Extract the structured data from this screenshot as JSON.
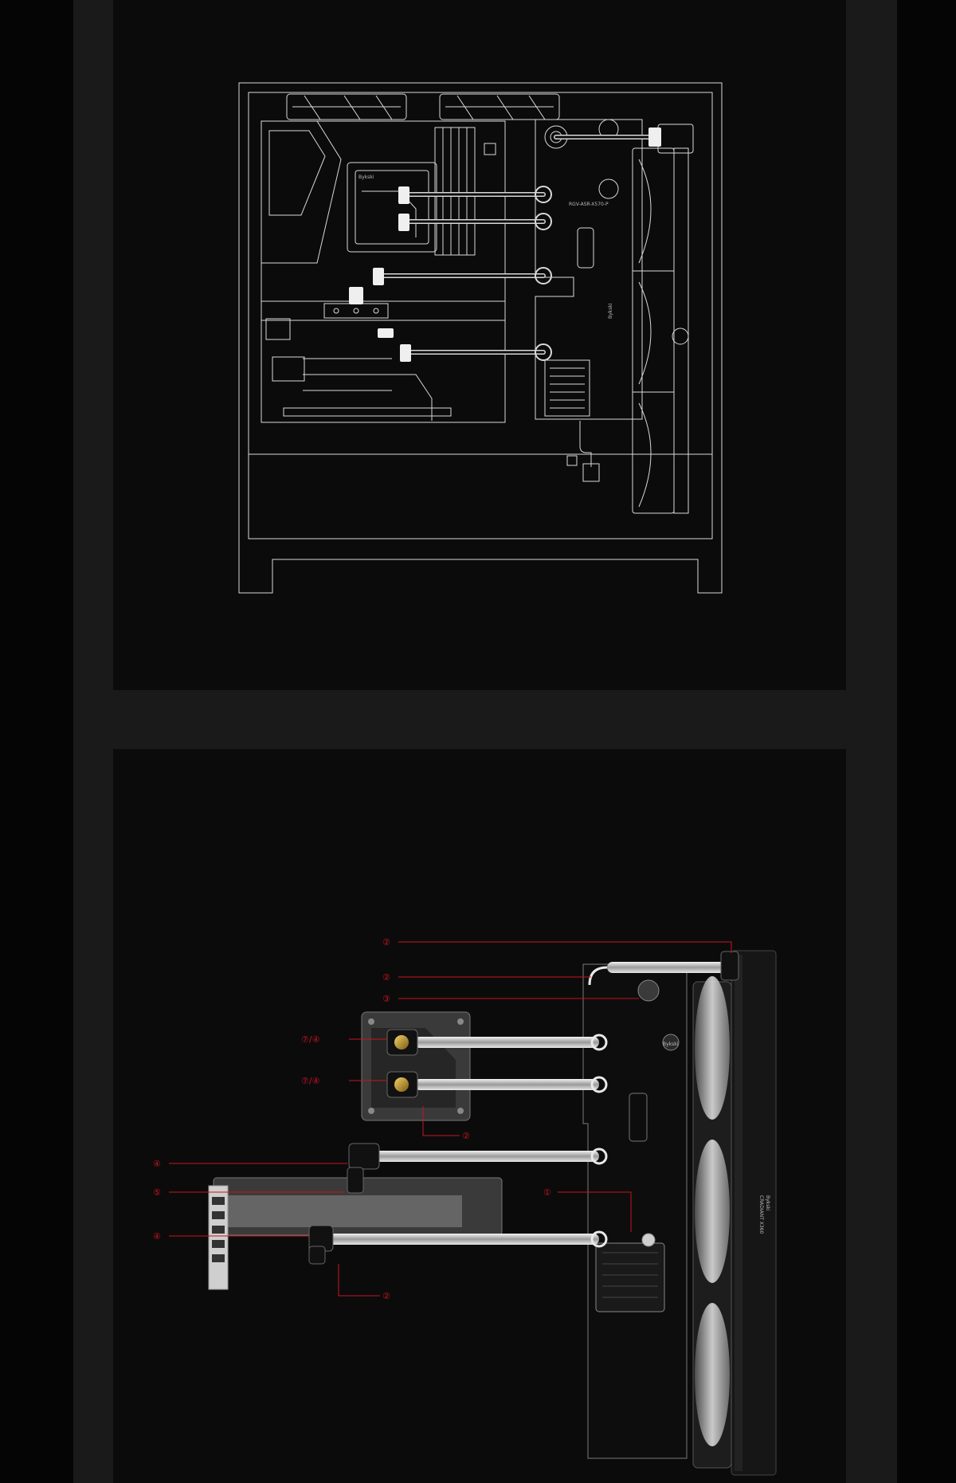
{
  "colors": {
    "background": "#050505",
    "column": "#1a1a1a",
    "panel": "#0b0b0c",
    "line_art": "#d8d8d8",
    "callout": "#c8141e"
  },
  "schematic": {
    "labels": {
      "cpu_block_brand": "Bykski",
      "distro_plate_model": "RGV-ASR-X570-P",
      "distro_plate_brand": "Bykski"
    }
  },
  "loop_diagram": {
    "callouts": [
      {
        "id": "c1",
        "text": "②"
      },
      {
        "id": "c2",
        "text": "②"
      },
      {
        "id": "c3",
        "text": "③"
      },
      {
        "id": "c4",
        "text": "⑦/④"
      },
      {
        "id": "c5",
        "text": "⑦/④"
      },
      {
        "id": "c6",
        "text": "②"
      },
      {
        "id": "c7",
        "text": "④"
      },
      {
        "id": "c8",
        "text": "⑤"
      },
      {
        "id": "c9",
        "text": "①"
      },
      {
        "id": "c10",
        "text": "④"
      },
      {
        "id": "c11",
        "text": "②"
      }
    ],
    "labels": {
      "distro_brand": "Bykski",
      "radiator_brand": "Bykski",
      "radiator_model": "CRADIANT X360"
    }
  }
}
